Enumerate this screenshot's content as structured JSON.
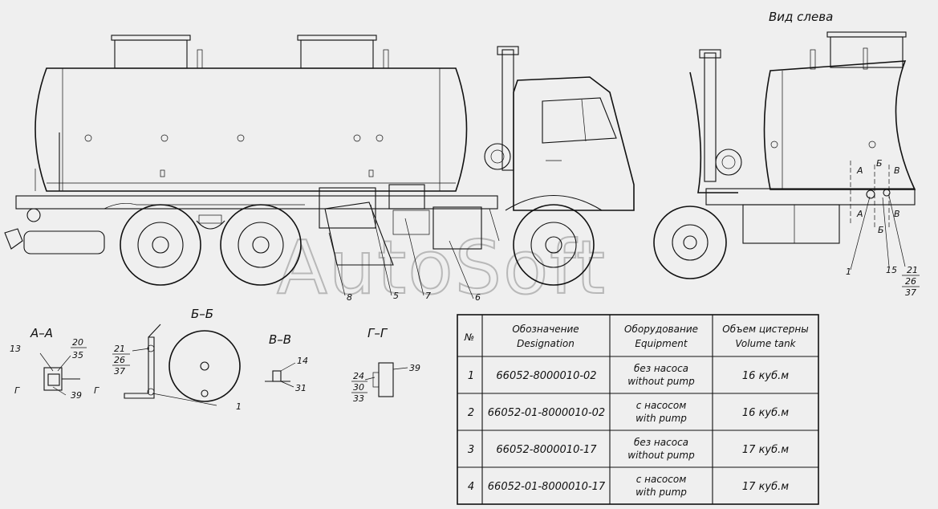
{
  "view_title": "Вид слева",
  "watermark": "AutoSoft",
  "main_view_callouts": [
    "8",
    "5",
    "7",
    "6"
  ],
  "left_view_callouts": [
    "1",
    "15",
    "21",
    "26",
    "37"
  ],
  "left_view_section_marks": [
    "А",
    "Б",
    "В",
    "А",
    "Б",
    "В"
  ],
  "sections": {
    "a": {
      "title": "А–А",
      "callouts": [
        "13",
        "20",
        "35",
        "39"
      ],
      "cut_marks": [
        "Г",
        "Г"
      ]
    },
    "b": {
      "title": "Б–Б",
      "callouts": [
        "21",
        "26",
        "37",
        "1"
      ]
    },
    "v": {
      "title": "В–В",
      "callouts": [
        "14",
        "31"
      ]
    },
    "g": {
      "title": "Г–Г",
      "callouts": [
        "24",
        "30",
        "33",
        "39"
      ]
    }
  },
  "table": {
    "headers": [
      {
        "lines": [
          "№"
        ]
      },
      {
        "lines": [
          "Обозначение",
          "Designation"
        ]
      },
      {
        "lines": [
          "Оборудование",
          "Equipment"
        ]
      },
      {
        "lines": [
          "Объем цистерны",
          "Volume tank"
        ]
      }
    ],
    "rows": [
      {
        "num": "1",
        "designation": "66052-8000010-02",
        "equipment": [
          "без насоса",
          "without pump"
        ],
        "volume": "16 куб.м"
      },
      {
        "num": "2",
        "designation": "66052-01-8000010-02",
        "equipment": [
          "с насосом",
          "with pump"
        ],
        "volume": "16 куб.м"
      },
      {
        "num": "3",
        "designation": "66052-8000010-17",
        "equipment": [
          "без насоса",
          "without pump"
        ],
        "volume": "17 куб.м"
      },
      {
        "num": "4",
        "designation": "66052-01-8000010-17",
        "equipment": [
          "с насосом",
          "with pump"
        ],
        "volume": "17 куб.м"
      }
    ]
  }
}
